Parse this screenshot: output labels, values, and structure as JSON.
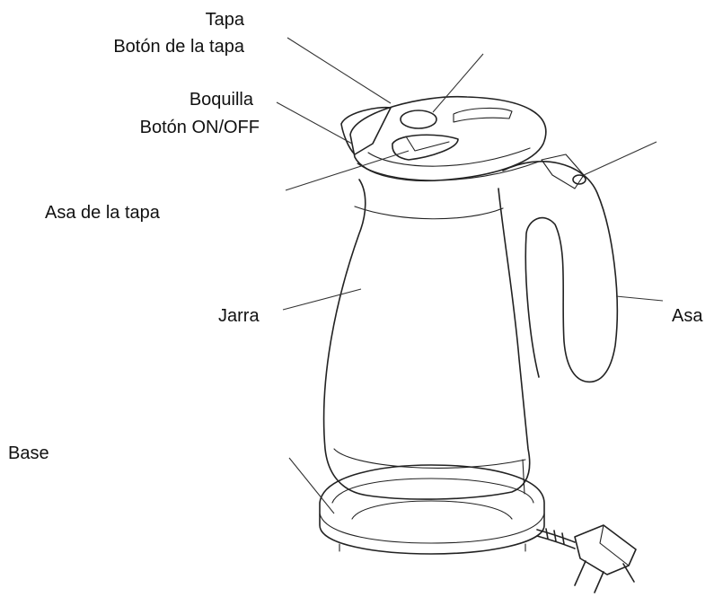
{
  "labels": {
    "tapa": "Tapa",
    "boton_tapa": "Botón de la tapa",
    "boquilla": "Boquilla",
    "boton_onoff": "Botón ON/OFF",
    "asa_tapa": "Asa de la tapa",
    "jarra": "Jarra",
    "asa": "Asa",
    "base": "Base"
  }
}
